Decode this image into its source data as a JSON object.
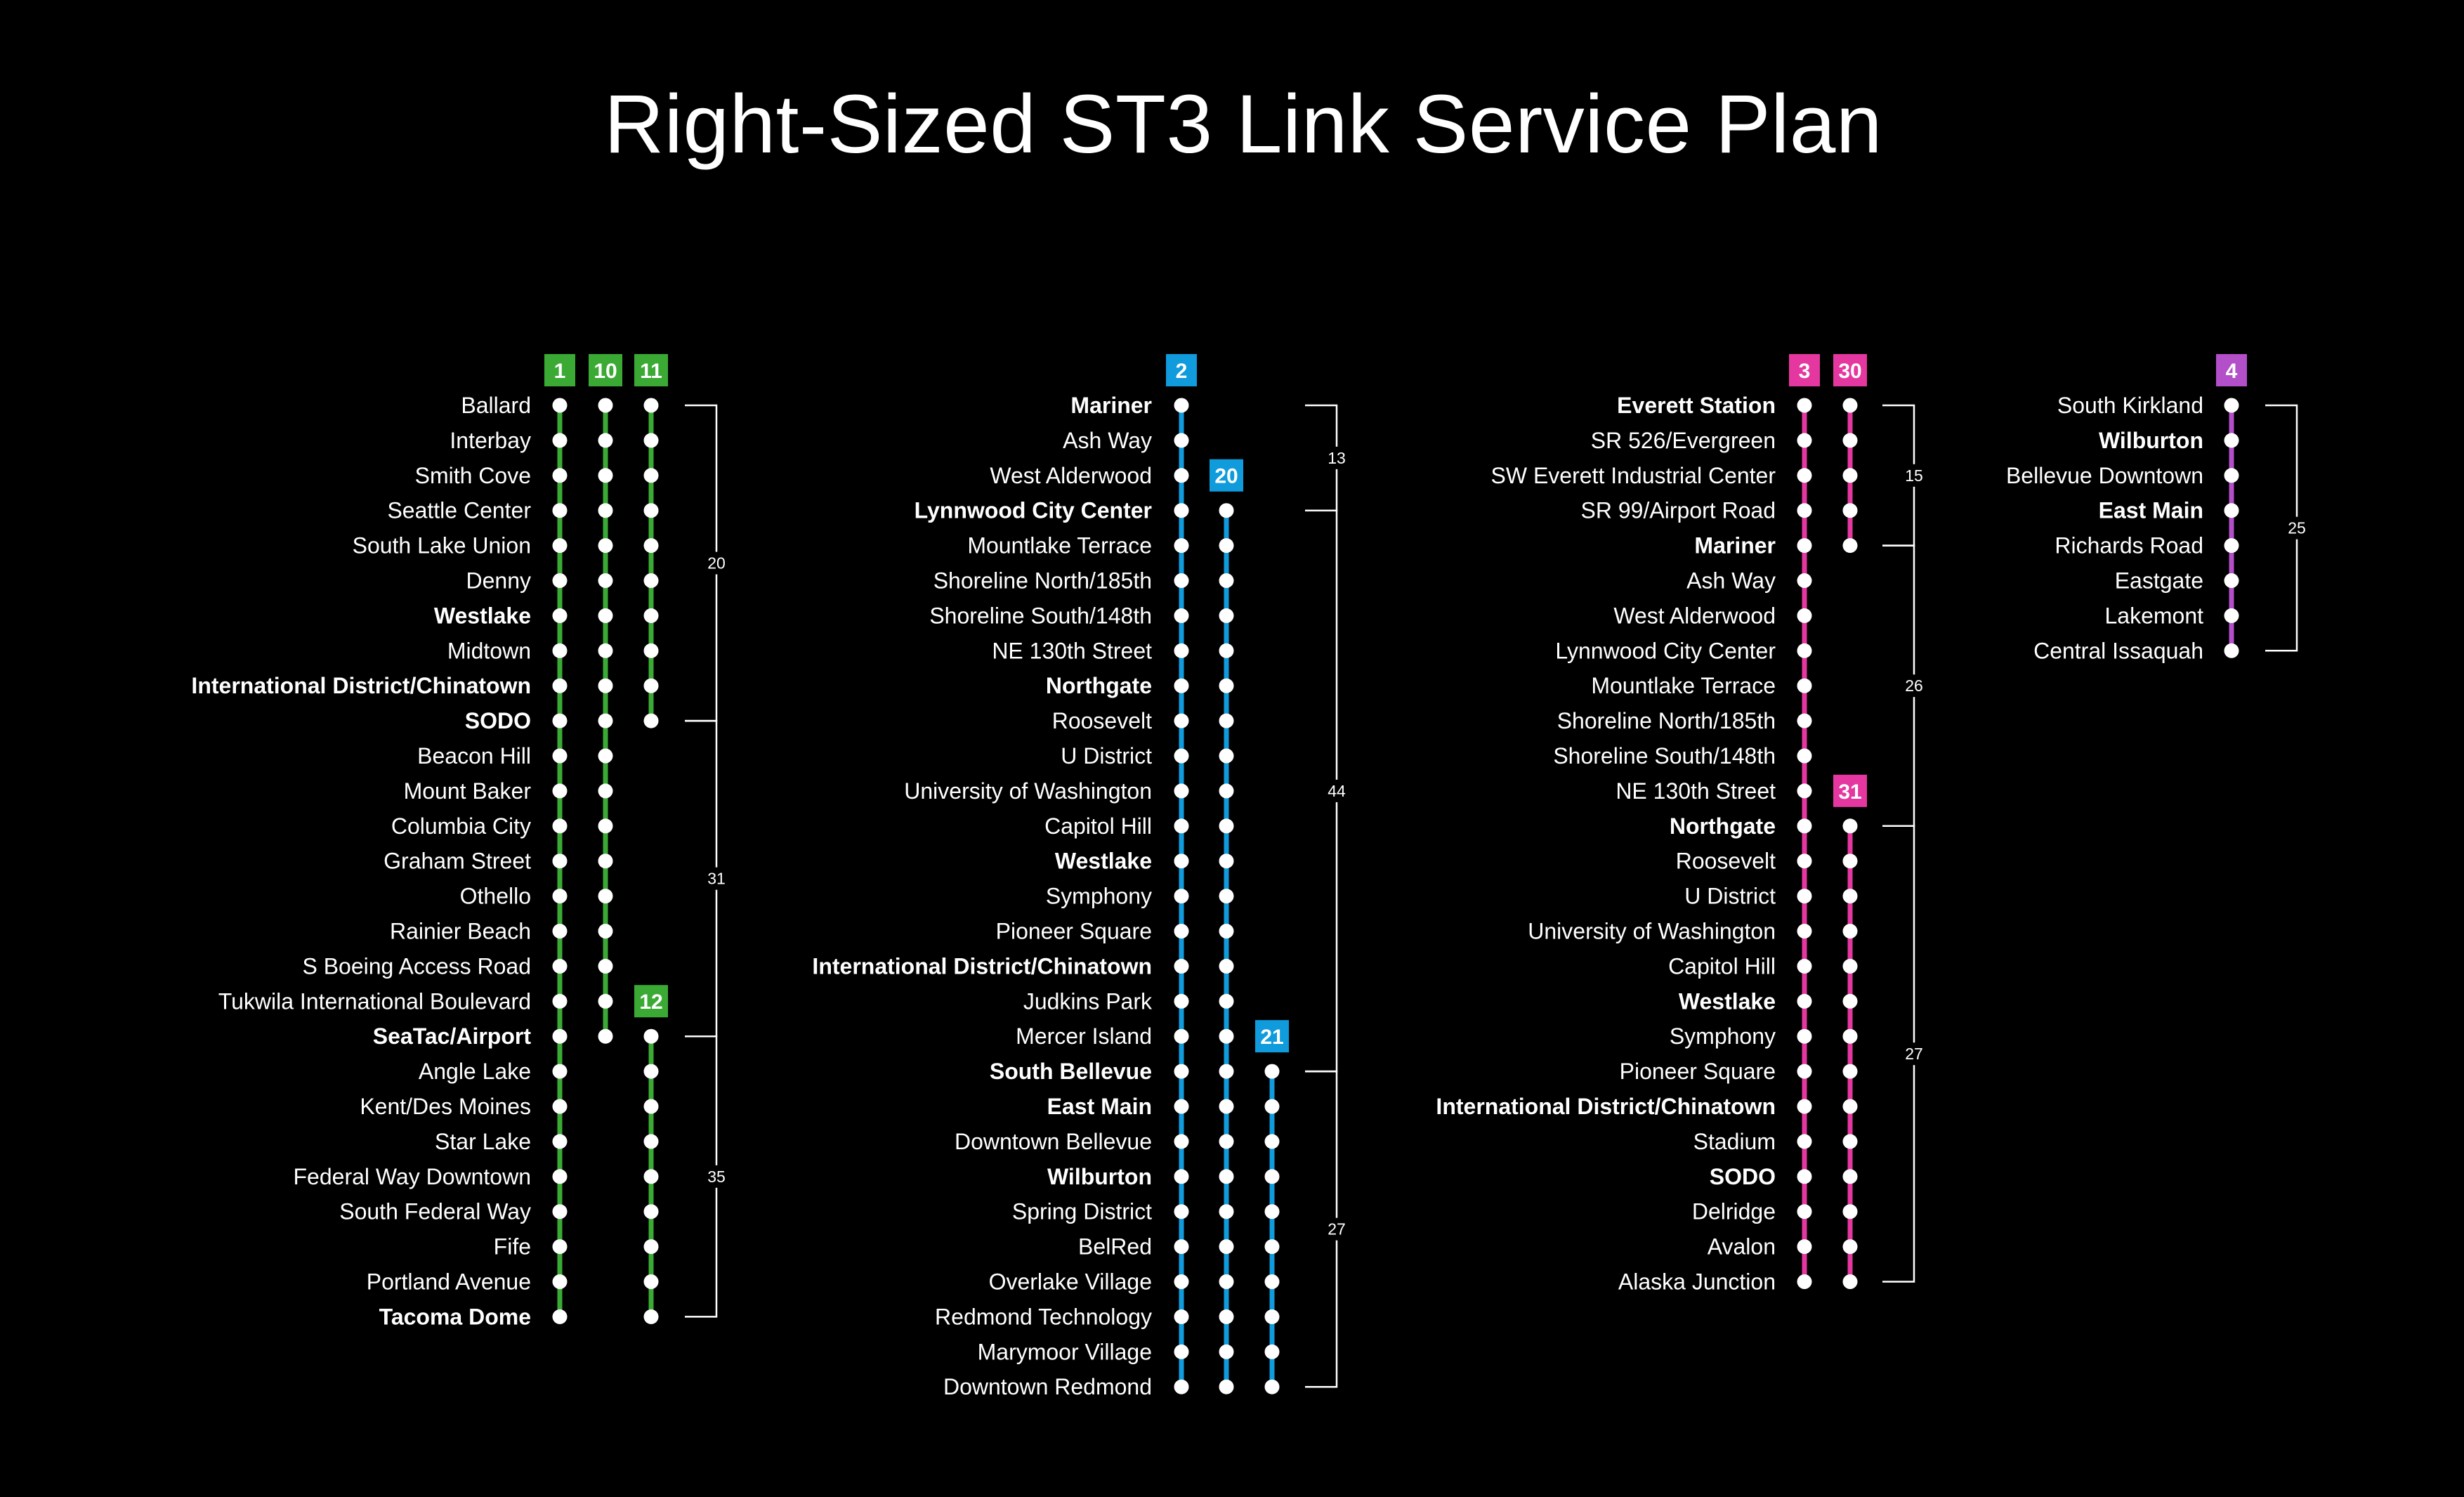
{
  "title": "Right-Sized ST3 Link Service Plan",
  "colors": {
    "background": "#000000",
    "text": "#ffffff",
    "green": "#3aaa35",
    "blue": "#0f9bdc",
    "pink": "#e4379f",
    "purple": "#b34fc8"
  },
  "groups": [
    {
      "id": "green",
      "stations": [
        {
          "name": "Ballard",
          "bold": false
        },
        {
          "name": "Interbay",
          "bold": false
        },
        {
          "name": "Smith Cove",
          "bold": false
        },
        {
          "name": "Seattle Center",
          "bold": false
        },
        {
          "name": "South Lake Union",
          "bold": false
        },
        {
          "name": "Denny",
          "bold": false
        },
        {
          "name": "Westlake",
          "bold": true
        },
        {
          "name": "Midtown",
          "bold": false
        },
        {
          "name": "International District/Chinatown",
          "bold": true
        },
        {
          "name": "SODO",
          "bold": true
        },
        {
          "name": "Beacon Hill",
          "bold": false
        },
        {
          "name": "Mount Baker",
          "bold": false
        },
        {
          "name": "Columbia City",
          "bold": false
        },
        {
          "name": "Graham Street",
          "bold": false
        },
        {
          "name": "Othello",
          "bold": false
        },
        {
          "name": "Rainier Beach",
          "bold": false
        },
        {
          "name": "S Boeing Access Road",
          "bold": false
        },
        {
          "name": "Tukwila International Boulevard",
          "bold": false
        },
        {
          "name": "SeaTac/Airport",
          "bold": true
        },
        {
          "name": "Angle Lake",
          "bold": false
        },
        {
          "name": "Kent/Des Moines",
          "bold": false
        },
        {
          "name": "Star Lake",
          "bold": false
        },
        {
          "name": "Federal Way Downtown",
          "bold": false
        },
        {
          "name": "South Federal Way",
          "bold": false
        },
        {
          "name": "Fife",
          "bold": false
        },
        {
          "name": "Portland Avenue",
          "bold": false
        },
        {
          "name": "Tacoma Dome",
          "bold": true
        }
      ],
      "routes": [
        {
          "label": "1",
          "color": "#3aaa35",
          "from": 0,
          "to": 26
        },
        {
          "label": "10",
          "color": "#3aaa35",
          "from": 0,
          "to": 18
        },
        {
          "label": "11",
          "color": "#3aaa35",
          "from": 0,
          "to": 9
        },
        {
          "label": "12",
          "color": "#3aaa35",
          "from": 18,
          "to": 26
        }
      ],
      "runtimes": [
        {
          "label": "20",
          "from": 0,
          "to": 9
        },
        {
          "label": "31",
          "from": 9,
          "to": 18
        },
        {
          "label": "35",
          "from": 18,
          "to": 26
        }
      ]
    },
    {
      "id": "blue",
      "stations": [
        {
          "name": "Mariner",
          "bold": true
        },
        {
          "name": "Ash Way",
          "bold": false
        },
        {
          "name": "West Alderwood",
          "bold": false
        },
        {
          "name": "Lynnwood City Center",
          "bold": true
        },
        {
          "name": "Mountlake Terrace",
          "bold": false
        },
        {
          "name": "Shoreline North/185th",
          "bold": false
        },
        {
          "name": "Shoreline South/148th",
          "bold": false
        },
        {
          "name": "NE 130th Street",
          "bold": false
        },
        {
          "name": "Northgate",
          "bold": true
        },
        {
          "name": "Roosevelt",
          "bold": false
        },
        {
          "name": "U District",
          "bold": false
        },
        {
          "name": "University of Washington",
          "bold": false
        },
        {
          "name": "Capitol Hill",
          "bold": false
        },
        {
          "name": "Westlake",
          "bold": true
        },
        {
          "name": "Symphony",
          "bold": false
        },
        {
          "name": "Pioneer Square",
          "bold": false
        },
        {
          "name": "International District/Chinatown",
          "bold": true
        },
        {
          "name": "Judkins Park",
          "bold": false
        },
        {
          "name": "Mercer Island",
          "bold": false
        },
        {
          "name": "South Bellevue",
          "bold": true
        },
        {
          "name": "East Main",
          "bold": true
        },
        {
          "name": "Downtown Bellevue",
          "bold": false
        },
        {
          "name": "Wilburton",
          "bold": true
        },
        {
          "name": "Spring District",
          "bold": false
        },
        {
          "name": "BelRed",
          "bold": false
        },
        {
          "name": "Overlake Village",
          "bold": false
        },
        {
          "name": "Redmond Technology",
          "bold": false
        },
        {
          "name": "Marymoor Village",
          "bold": false
        },
        {
          "name": "Downtown Redmond",
          "bold": false
        }
      ],
      "routes": [
        {
          "label": "2",
          "color": "#0f9bdc",
          "from": 0,
          "to": 28
        },
        {
          "label": "20",
          "color": "#0f9bdc",
          "from": 3,
          "to": 28
        },
        {
          "label": "21",
          "color": "#0f9bdc",
          "from": 19,
          "to": 28
        }
      ],
      "runtimes": [
        {
          "label": "13",
          "from": 0,
          "to": 3
        },
        {
          "label": "44",
          "from": 3,
          "to": 19
        },
        {
          "label": "27",
          "from": 19,
          "to": 28
        }
      ]
    },
    {
      "id": "pink",
      "stations": [
        {
          "name": "Everett Station",
          "bold": true
        },
        {
          "name": "SR 526/Evergreen",
          "bold": false
        },
        {
          "name": "SW Everett Industrial Center",
          "bold": false
        },
        {
          "name": "SR 99/Airport Road",
          "bold": false
        },
        {
          "name": "Mariner",
          "bold": true
        },
        {
          "name": "Ash Way",
          "bold": false
        },
        {
          "name": "West Alderwood",
          "bold": false
        },
        {
          "name": "Lynnwood City Center",
          "bold": false
        },
        {
          "name": "Mountlake Terrace",
          "bold": false
        },
        {
          "name": "Shoreline North/185th",
          "bold": false
        },
        {
          "name": "Shoreline South/148th",
          "bold": false
        },
        {
          "name": "NE 130th Street",
          "bold": false
        },
        {
          "name": "Northgate",
          "bold": true
        },
        {
          "name": "Roosevelt",
          "bold": false
        },
        {
          "name": "U District",
          "bold": false
        },
        {
          "name": "University of Washington",
          "bold": false
        },
        {
          "name": "Capitol Hill",
          "bold": false
        },
        {
          "name": "Westlake",
          "bold": true
        },
        {
          "name": "Symphony",
          "bold": false
        },
        {
          "name": "Pioneer Square",
          "bold": false
        },
        {
          "name": "International District/Chinatown",
          "bold": true
        },
        {
          "name": "Stadium",
          "bold": false
        },
        {
          "name": "SODO",
          "bold": true
        },
        {
          "name": "Delridge",
          "bold": false
        },
        {
          "name": "Avalon",
          "bold": false
        },
        {
          "name": "Alaska Junction",
          "bold": false
        }
      ],
      "routes": [
        {
          "label": "3",
          "color": "#e4379f",
          "from": 0,
          "to": 25
        },
        {
          "label": "30",
          "color": "#e4379f",
          "from": 0,
          "to": 4
        },
        {
          "label": "31",
          "color": "#e4379f",
          "from": 12,
          "to": 25
        }
      ],
      "runtimes": [
        {
          "label": "15",
          "from": 0,
          "to": 4
        },
        {
          "label": "26",
          "from": 4,
          "to": 12
        },
        {
          "label": "27",
          "from": 12,
          "to": 25
        }
      ]
    },
    {
      "id": "purple",
      "stations": [
        {
          "name": "South Kirkland",
          "bold": false
        },
        {
          "name": "Wilburton",
          "bold": true
        },
        {
          "name": "Bellevue Downtown",
          "bold": false
        },
        {
          "name": "East Main",
          "bold": true
        },
        {
          "name": "Richards Road",
          "bold": false
        },
        {
          "name": "Eastgate",
          "bold": false
        },
        {
          "name": "Lakemont",
          "bold": false
        },
        {
          "name": "Central Issaquah",
          "bold": false
        }
      ],
      "routes": [
        {
          "label": "4",
          "color": "#b34fc8",
          "from": 0,
          "to": 7
        }
      ],
      "runtimes": [
        {
          "label": "25",
          "from": 0,
          "to": 7
        }
      ]
    }
  ]
}
